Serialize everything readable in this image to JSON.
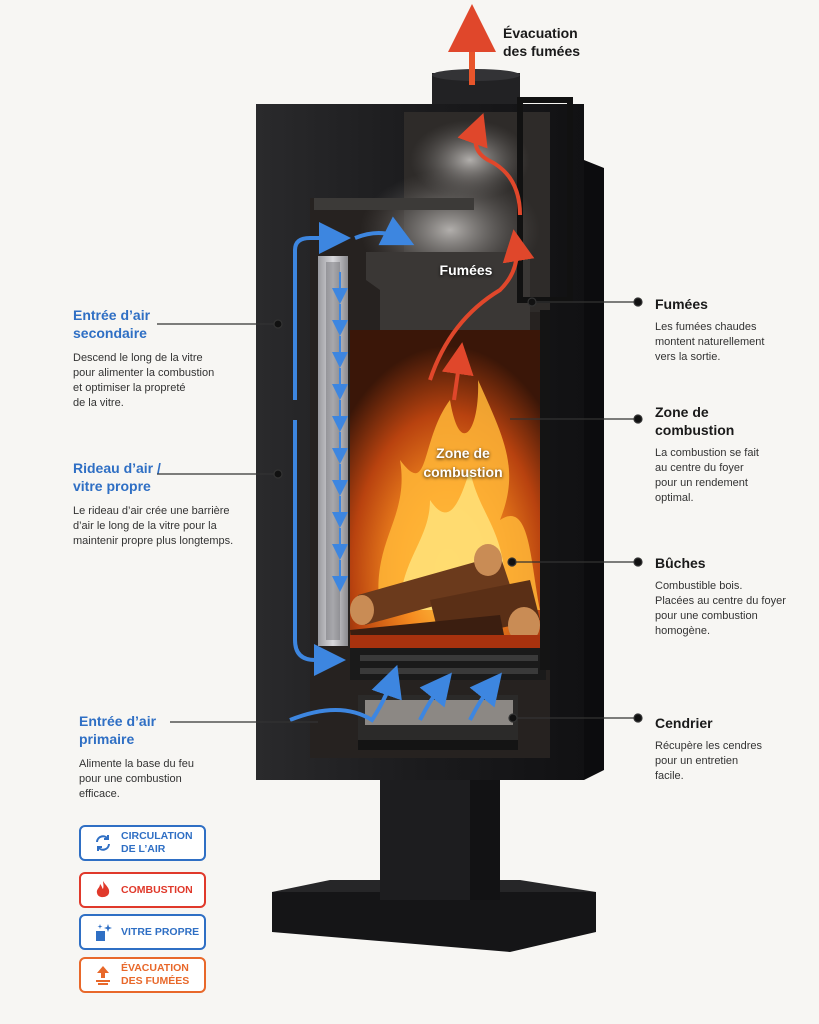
{
  "top_label": "Évacuation\ndes fumées",
  "inner_labels": {
    "fumees": "Fumées",
    "zone": "Zone de\ncombustion"
  },
  "left_callouts": [
    {
      "title": "Entrée d’air\nsecondaire",
      "desc": "Descend le long de la vitre\npour alimenter la combustion\net optimiser la propreté\nde la vitre."
    },
    {
      "title": "Rideau d’air /\nvitre propre",
      "desc": "Le rideau d’air crée une barrière\nd’air le long de la vitre pour la\nmaintenir propre plus longtemps."
    },
    {
      "title": "Entrée d’air\nprimaire",
      "desc": "Alimente la base du feu\npour une combustion\nefficace."
    }
  ],
  "right_callouts": [
    {
      "title": "Fumées",
      "desc": "Les fumées chaudes\nmontent naturellement\nvers la sortie."
    },
    {
      "title": "Zone de\ncombustion",
      "desc": "La combustion se fait\nau centre du foyer\npour un rendement\noptimal."
    },
    {
      "title": "Bûches",
      "desc": "Combustible bois.\nPlacées au centre du foyer\npour une combustion\nhomogène."
    },
    {
      "title": "Cendrier",
      "desc": "Récupère les cendres\npour un entretien\nfacile."
    }
  ],
  "legend": [
    {
      "label": "CIRCULATION\nDE L’AIR",
      "icon": "recycle-arrows-icon",
      "color": "#2f6fc4"
    },
    {
      "label": "COMBUSTION",
      "icon": "flame-icon",
      "color": "#e0392b"
    },
    {
      "label": "VITRE PROPRE",
      "icon": "sparkle-window-icon",
      "color": "#2f6fc4"
    },
    {
      "label": "ÉVACUATION\nDES FUMÉES",
      "icon": "exhaust-arrow-icon",
      "color": "#e8682a"
    }
  ],
  "colors": {
    "air": "#3d86e0",
    "smoke_arrow": "#e0472b",
    "stove": "#1c1c1e"
  }
}
